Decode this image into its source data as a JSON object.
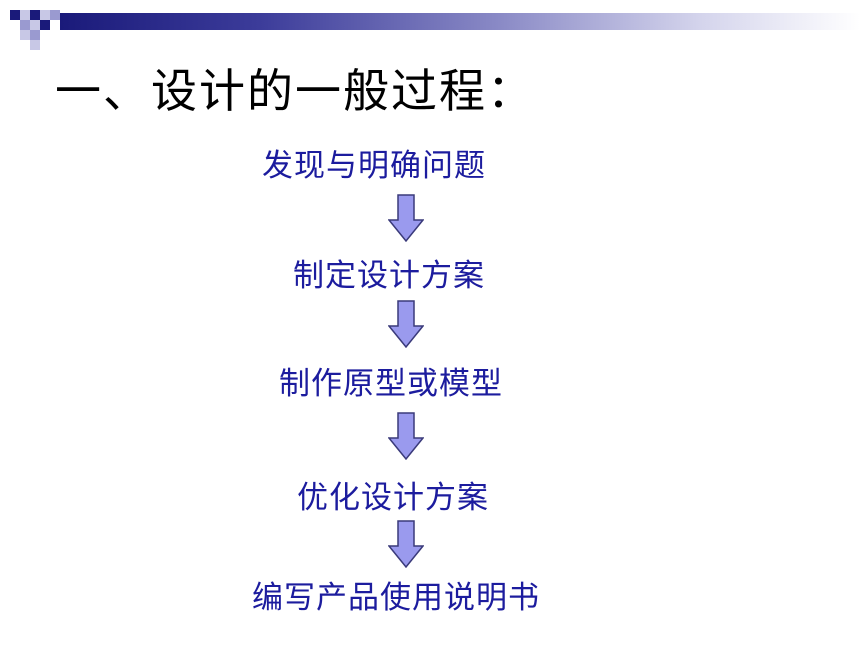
{
  "slide": {
    "title": "一、设计的一般过程：",
    "steps": [
      "发现与明确问题",
      "制定设计方案",
      "制作原型或模型",
      "优化设计方案",
      "编写产品使用说明书"
    ]
  },
  "colors": {
    "step_text": "#1c1c9e",
    "arrow_fill": "#9a9aee",
    "arrow_stroke": "#3a3a7a",
    "header_dark": "#1a1a7a"
  },
  "icons": {
    "arrow": "down-arrow-icon"
  }
}
